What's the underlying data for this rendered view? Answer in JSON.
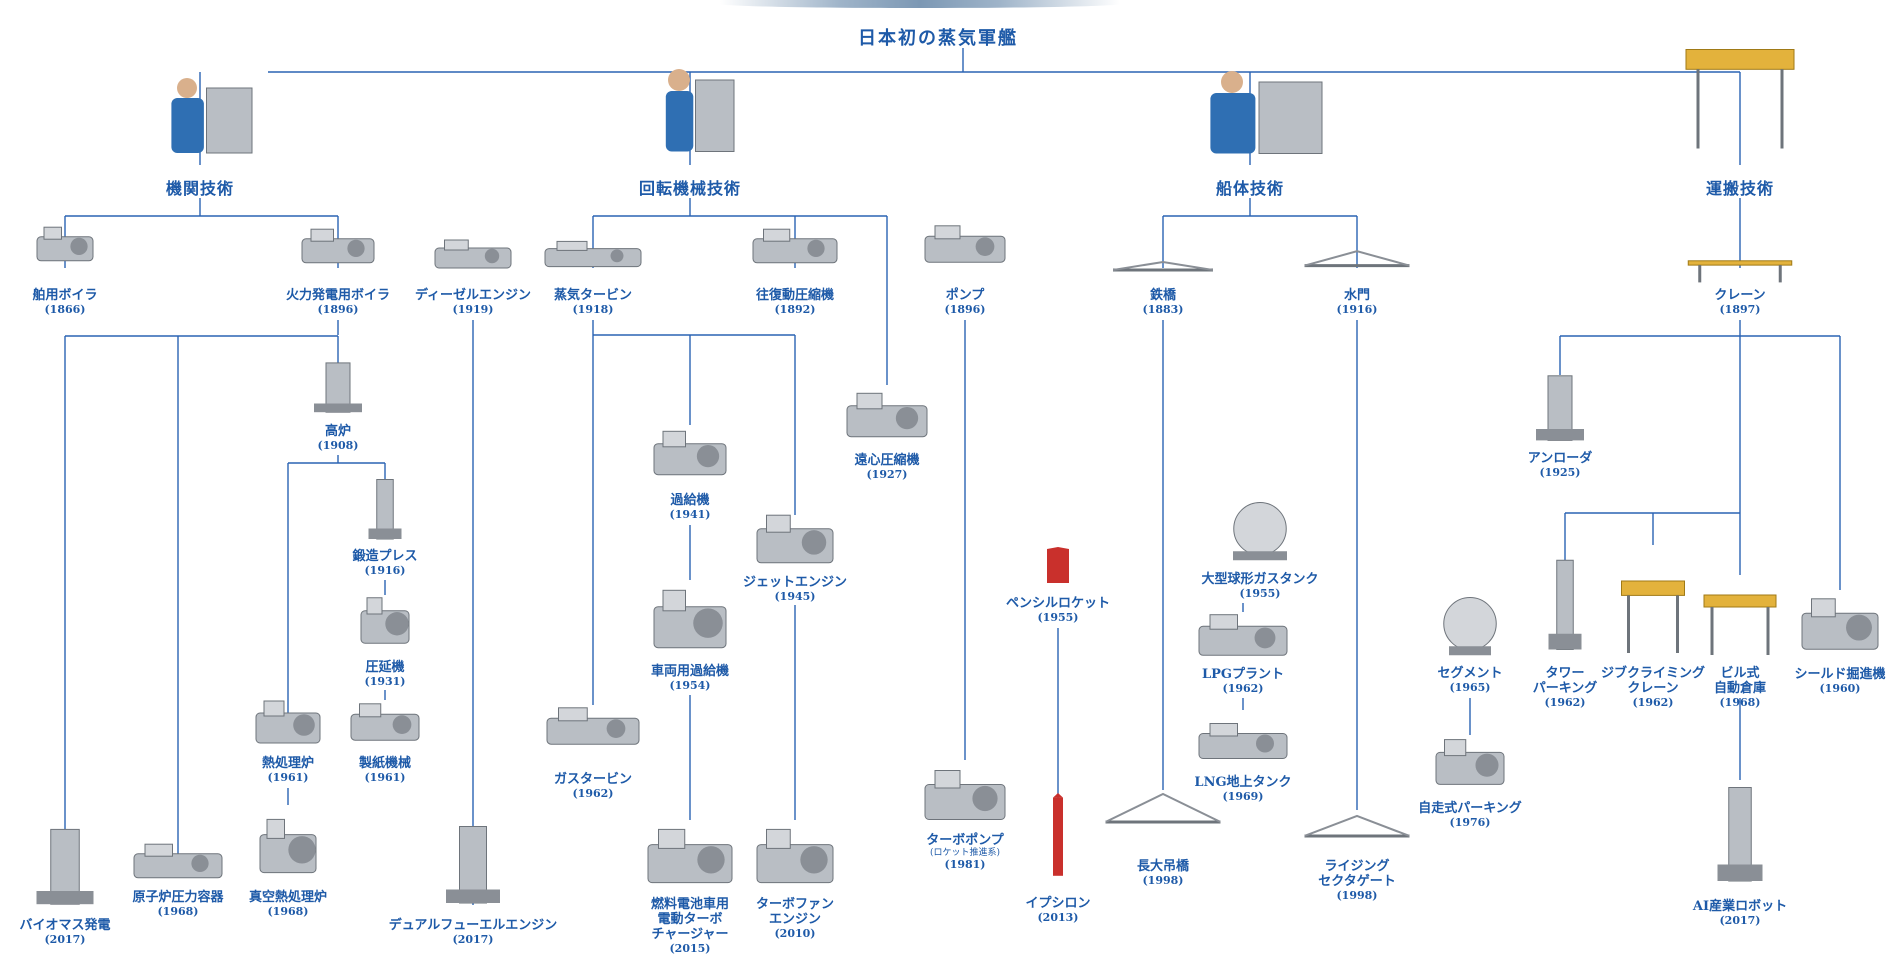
{
  "root": {
    "label": "日本初の蒸気軍艦"
  },
  "categories": [
    {
      "id": "engine",
      "label": "機関技術"
    },
    {
      "id": "rotating",
      "label": "回転機械技術"
    },
    {
      "id": "hull",
      "label": "船体技術"
    },
    {
      "id": "transport",
      "label": "運搬技術"
    }
  ],
  "nodes": [
    {
      "id": "marine-boiler",
      "lines": [
        "舶用ボイラ"
      ],
      "year": "(1866)"
    },
    {
      "id": "thermal-boiler",
      "lines": [
        "火力発電用ボイラ"
      ],
      "year": "(1896)"
    },
    {
      "id": "diesel-engine",
      "lines": [
        "ディーゼルエンジン"
      ],
      "year": "(1919)"
    },
    {
      "id": "steam-turbine",
      "lines": [
        "蒸気タービン"
      ],
      "year": "(1918)"
    },
    {
      "id": "reciprocating-compressor",
      "lines": [
        "往復動圧縮機"
      ],
      "year": "(1892)"
    },
    {
      "id": "pump",
      "lines": [
        "ポンプ"
      ],
      "year": "(1896)"
    },
    {
      "id": "steel-bridge",
      "lines": [
        "鉄橋"
      ],
      "year": "(1883)"
    },
    {
      "id": "water-gate",
      "lines": [
        "水門"
      ],
      "year": "(1916)"
    },
    {
      "id": "crane",
      "lines": [
        "クレーン"
      ],
      "year": "(1897)"
    },
    {
      "id": "blast-furnace",
      "lines": [
        "高炉"
      ],
      "year": "(1908)"
    },
    {
      "id": "centrifugal-compressor",
      "lines": [
        "遠心圧縮機"
      ],
      "year": "(1927)"
    },
    {
      "id": "unloader",
      "lines": [
        "アンローダ"
      ],
      "year": "(1925)"
    },
    {
      "id": "turbocharger",
      "lines": [
        "過給機"
      ],
      "year": "(1941)"
    },
    {
      "id": "forging-press",
      "lines": [
        "鍛造プレス"
      ],
      "year": "(1916)"
    },
    {
      "id": "jet-engine",
      "lines": [
        "ジェットエンジン"
      ],
      "year": "(1945)"
    },
    {
      "id": "large-gas-tank",
      "lines": [
        "大型球形ガスタンク"
      ],
      "year": "(1955)"
    },
    {
      "id": "pencil-rocket",
      "lines": [
        "ペンシルロケット"
      ],
      "year": "(1955)"
    },
    {
      "id": "rolling-mill",
      "lines": [
        "圧延機"
      ],
      "year": "(1931)"
    },
    {
      "id": "vehicle-turbocharger",
      "lines": [
        "車両用過給機"
      ],
      "year": "(1954)"
    },
    {
      "id": "lpg-plant",
      "lines": [
        "LPGプラント"
      ],
      "year": "(1962)"
    },
    {
      "id": "segment",
      "lines": [
        "セグメント"
      ],
      "year": "(1965)"
    },
    {
      "id": "tower-parking",
      "lines": [
        "タワー",
        "パーキング"
      ],
      "year": "(1962)"
    },
    {
      "id": "jib-climbing-crane",
      "lines": [
        "ジブクライミング",
        "クレーン"
      ],
      "year": "(1962)"
    },
    {
      "id": "automated-warehouse",
      "lines": [
        "ビル式",
        "自動倉庫"
      ],
      "year": "(1968)"
    },
    {
      "id": "shield-machine",
      "lines": [
        "シールド掘進機"
      ],
      "year": "(1960)"
    },
    {
      "id": "heat-treatment-furnace",
      "lines": [
        "熱処理炉"
      ],
      "year": "(1961)"
    },
    {
      "id": "papermaking-machine",
      "lines": [
        "製紙機械"
      ],
      "year": "(1961)"
    },
    {
      "id": "gas-turbine",
      "lines": [
        "ガスタービン"
      ],
      "year": "(1962)"
    },
    {
      "id": "lng-tank",
      "lines": [
        "LNG地上タンク"
      ],
      "year": "(1969)"
    },
    {
      "id": "self-propelled-parking",
      "lines": [
        "自走式パーキング"
      ],
      "year": "(1976)"
    },
    {
      "id": "turbopump",
      "lines": [
        "ターボポンプ"
      ],
      "sub": "(ロケット推進系)",
      "year": "(1981)"
    },
    {
      "id": "suspension-bridge",
      "lines": [
        "長大吊橋"
      ],
      "year": "(1998)"
    },
    {
      "id": "rising-sector-gate",
      "lines": [
        "ライジング",
        "セクタゲート"
      ],
      "year": "(1998)"
    },
    {
      "id": "nuclear-vessel",
      "lines": [
        "原子炉圧力容器"
      ],
      "year": "(1968)"
    },
    {
      "id": "vacuum-furnace",
      "lines": [
        "真空熱処理炉"
      ],
      "year": "(1968)"
    },
    {
      "id": "epsilon",
      "lines": [
        "イプシロン"
      ],
      "year": "(2013)"
    },
    {
      "id": "ai-robot",
      "lines": [
        "AI産業ロボット"
      ],
      "year": "(2017)"
    },
    {
      "id": "fuel-cell-turbo",
      "lines": [
        "燃料電池車用",
        "電動ターボ",
        "チャージャー"
      ],
      "year": "(2015)"
    },
    {
      "id": "turbofan",
      "lines": [
        "ターボファン",
        "エンジン"
      ],
      "year": "(2010)"
    },
    {
      "id": "dual-fuel-engine",
      "lines": [
        "デュアルフューエルエンジン"
      ],
      "year": "(2017)"
    },
    {
      "id": "biomass-power",
      "lines": [
        "バイオマス発電"
      ],
      "year": "(2017)"
    }
  ],
  "colors": {
    "accent": "#1e5aa8",
    "line": "#2a63b3"
  }
}
